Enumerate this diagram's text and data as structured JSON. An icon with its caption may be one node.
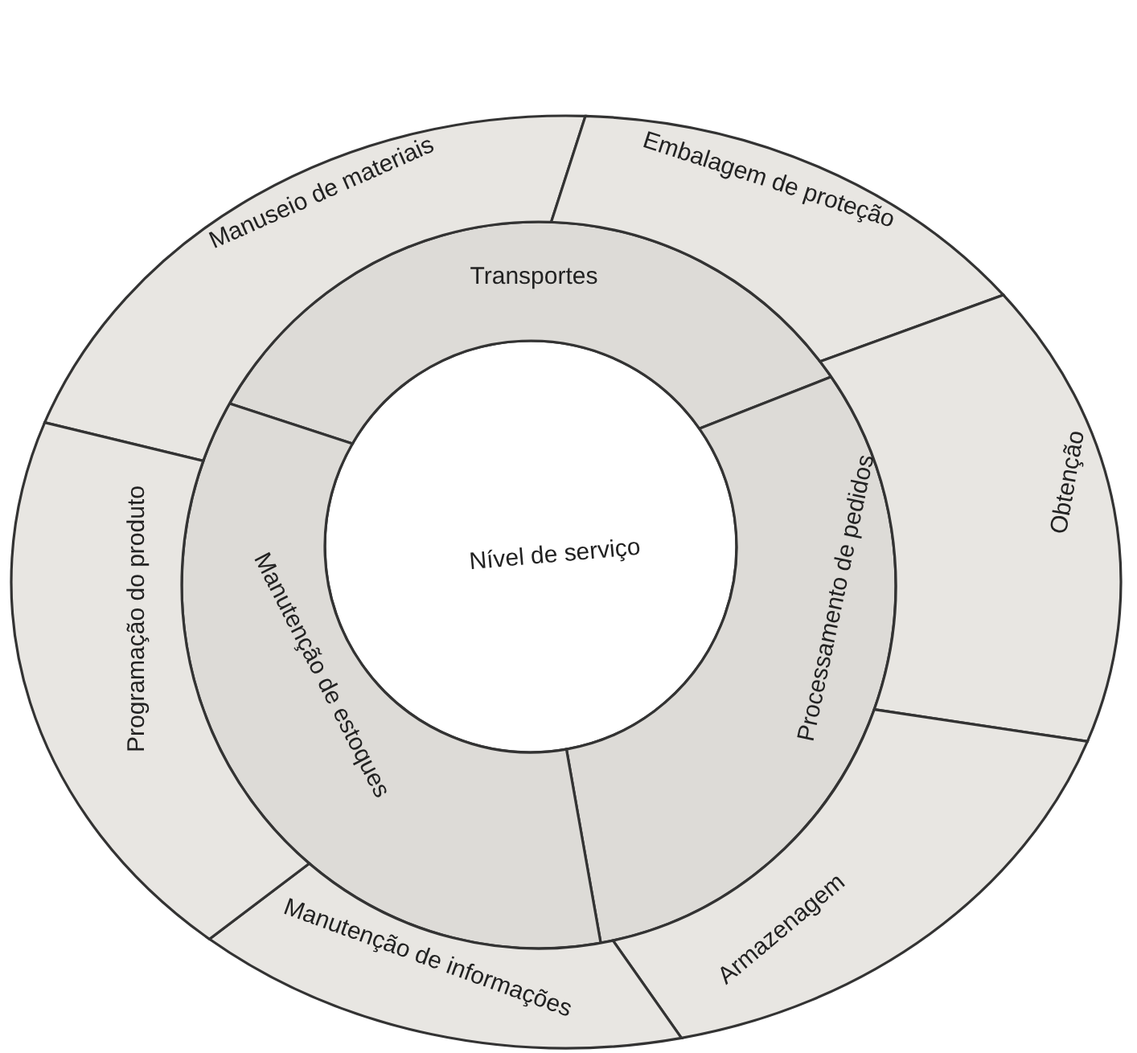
{
  "diagram": {
    "nodes": [
      {
        "text": [
          "Nível de serviço"
        ]
      },
      {
        "text": [
          "Transportes"
        ]
      },
      {
        "text": [
          "Processamento de pedidos"
        ]
      },
      {
        "text": [
          "Manutenção de estoques"
        ]
      },
      {
        "text": [
          "Manuseio de materiais"
        ]
      },
      {
        "text": [
          "Embalagem de proteção"
        ]
      },
      {
        "text": [
          "Obtenção"
        ]
      },
      {
        "text": [
          "Armazenagem"
        ]
      },
      {
        "text": [
          "Manutenção de informações"
        ]
      },
      {
        "text": [
          "Programação do produto"
        ]
      }
    ]
  }
}
